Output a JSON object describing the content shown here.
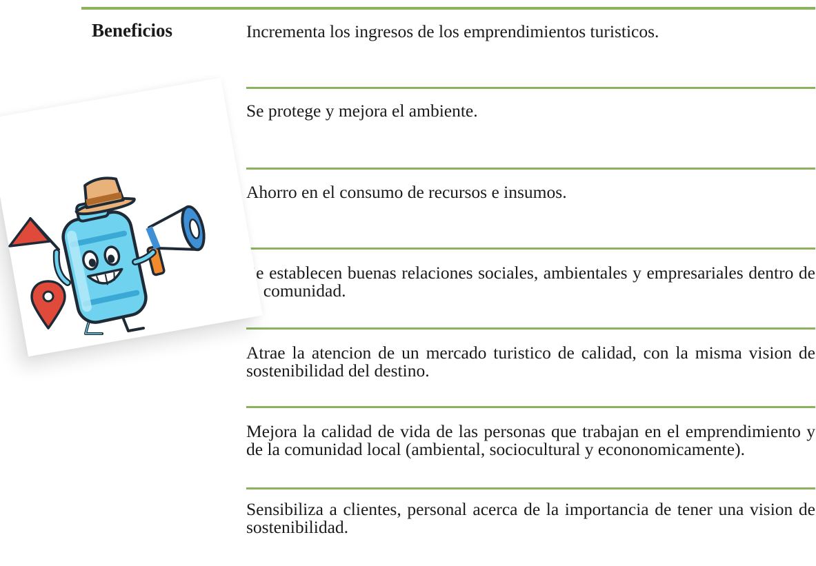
{
  "table": {
    "heading": "Beneficios",
    "rows": [
      "Incrementa los ingresos de los emprendimientos turisticos.",
      "Se protege y mejora el ambiente.",
      "Ahorro en el consumo de recursos e insumos.",
      "Se establecen buenas relaciones sociales, ambientales y empresariales dentro de la comunidad.",
      "Atrae la atencion de un mercado turistico de calidad, con la misma vision de sostenibilidad del destino.",
      "Mejora la calidad de vida de las personas que trabajan en el emprendimiento y de la comunidad local (ambiental, sociocultural y econonomicamente).",
      "Sensibiliza a clientes, personal acerca de la importancia de tener una vision de sostenibilidad."
    ]
  },
  "illustration": {
    "subject": "water-jug-mascot",
    "icons": [
      "explorer-hat-icon",
      "megaphone-icon",
      "flag-icon",
      "map-pin-icon"
    ]
  },
  "colors": {
    "rule": "#8bb35e",
    "jug_body": "#6fd3f0",
    "jug_dark": "#3aa9d6",
    "outline": "#1e2a35",
    "hat": "#e8b27a",
    "hat_band": "#b06a2c",
    "megaphone": "#f08a2c",
    "megaphone_blue": "#3f8fd6",
    "red": "#e04a3a"
  }
}
